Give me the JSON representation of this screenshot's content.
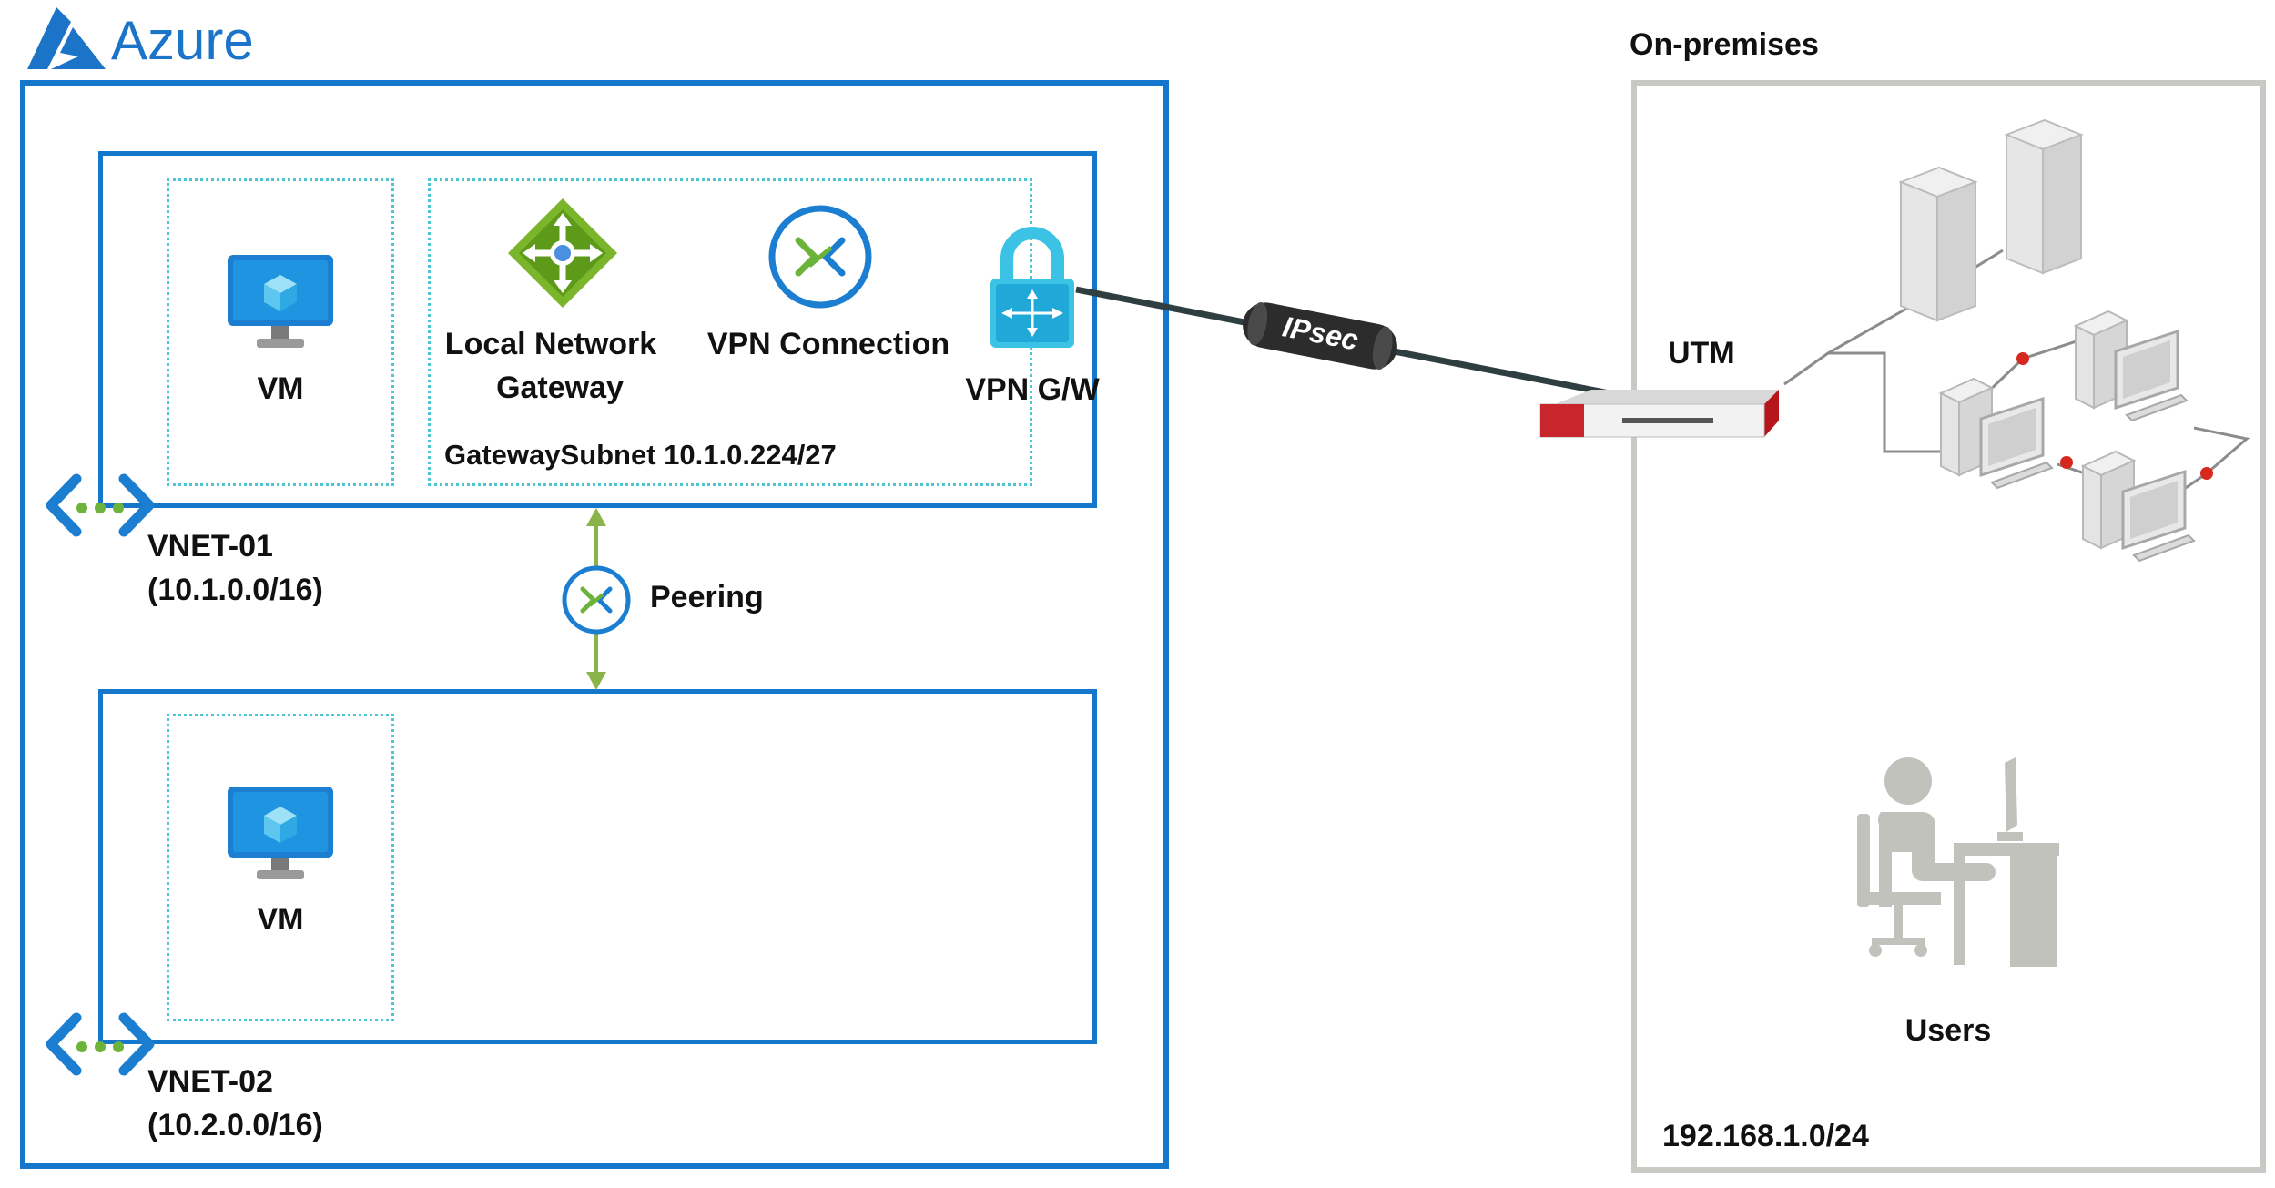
{
  "azure": {
    "title": "Azure"
  },
  "onprem": {
    "title": "On-premises",
    "subnet": "192.168.1.0/24",
    "utm_label": "UTM",
    "users_label": "Users"
  },
  "vnet01": {
    "name": "VNET-01",
    "cidr": "(10.1.0.0/16)",
    "vm_label": "VM",
    "gateway_subnet": "GatewaySubnet 10.1.0.224/27",
    "local_network_gateway_line1": "Local Network",
    "local_network_gateway_line2": "Gateway",
    "vpn_connection": "VPN Connection",
    "vpn_gw": "VPN G/W"
  },
  "vnet02": {
    "name": "VNET-02",
    "cidr": "(10.2.0.0/16)",
    "vm_label": "VM"
  },
  "peering": {
    "label": "Peering"
  },
  "tunnel": {
    "label": "IPsec"
  },
  "colors": {
    "azure_blue": "#1577cc",
    "subnet_cyan": "#4cc6d4",
    "onprem_gray": "#c8c8c4",
    "peering_green": "#8ab34a",
    "lng_green": "#7ab52b",
    "utm_red": "#c8262c"
  },
  "icons": [
    "azure-logo-icon",
    "vm-icon",
    "local-network-gateway-icon",
    "vpn-connection-icon",
    "vpn-gateway-icon",
    "vnet-icon",
    "peering-icon",
    "utm-icon",
    "server-icon",
    "workstation-icon",
    "user-icon"
  ]
}
